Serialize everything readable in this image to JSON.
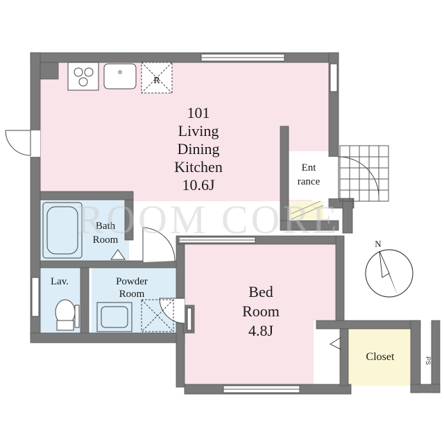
{
  "rooms": {
    "ldk": {
      "lines": [
        "101",
        "Living",
        "Dining",
        "Kitchen",
        "10.6J"
      ]
    },
    "bed": {
      "lines": [
        "Bed",
        "Room",
        "4.8J"
      ]
    },
    "entrance": {
      "lines": [
        "Ent",
        "rance"
      ]
    },
    "bath": {
      "lines": [
        "Bath",
        "Room"
      ]
    },
    "powder": {
      "lines": [
        "Powder",
        "Room"
      ]
    },
    "lav": {
      "lines": [
        "Lav."
      ]
    },
    "closet": {
      "lines": [
        "Closet"
      ]
    }
  },
  "fixtures": {
    "fridge_mark": "R",
    "ps_mark": "PS"
  },
  "watermark": "ROOM CORE",
  "colors": {
    "wall": "#7a7a7a",
    "wall_edge": "#555555",
    "ldk_floor": "#f9e4ea",
    "bed_floor": "#f9e4ea",
    "wet_floor": "#dcedf7",
    "closet_floor": "#fbf7d6",
    "entrance_floor": "#ffffff"
  }
}
